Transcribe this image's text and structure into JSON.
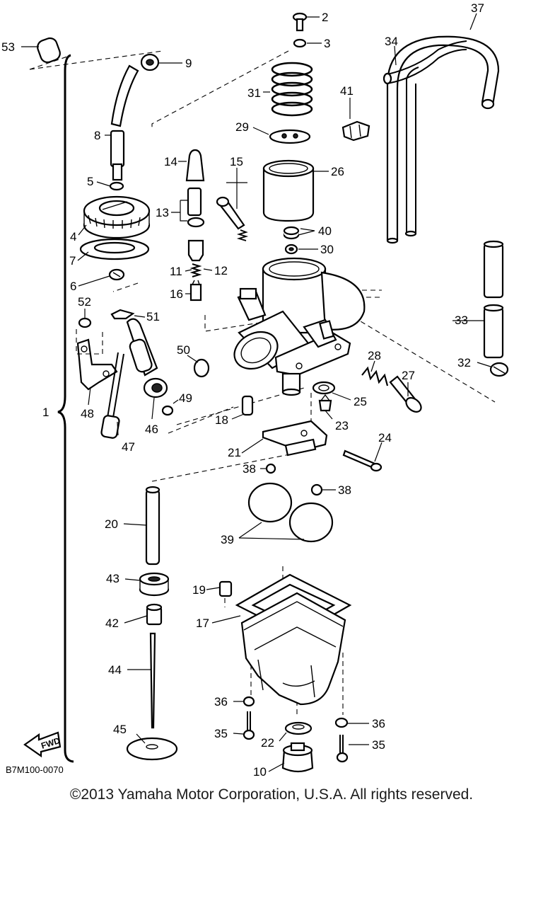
{
  "diagram": {
    "figure_code": "B7M100-0070",
    "fwd_label": "FWD",
    "callouts": [
      {
        "id": "c2",
        "label": "2"
      },
      {
        "id": "c3",
        "label": "3"
      },
      {
        "id": "c37",
        "label": "37"
      },
      {
        "id": "c53",
        "label": "53"
      },
      {
        "id": "c9",
        "label": "9"
      },
      {
        "id": "c34",
        "label": "34"
      },
      {
        "id": "c31",
        "label": "31"
      },
      {
        "id": "c41",
        "label": "41"
      },
      {
        "id": "c8",
        "label": "8"
      },
      {
        "id": "c29",
        "label": "29"
      },
      {
        "id": "c14",
        "label": "14"
      },
      {
        "id": "c15",
        "label": "15"
      },
      {
        "id": "c26",
        "label": "26"
      },
      {
        "id": "c5",
        "label": "5"
      },
      {
        "id": "c13",
        "label": "13"
      },
      {
        "id": "c4",
        "label": "4"
      },
      {
        "id": "c40",
        "label": "40"
      },
      {
        "id": "c7",
        "label": "7"
      },
      {
        "id": "c30",
        "label": "30"
      },
      {
        "id": "c11",
        "label": "11"
      },
      {
        "id": "c12",
        "label": "12"
      },
      {
        "id": "c6",
        "label": "6"
      },
      {
        "id": "c16",
        "label": "16"
      },
      {
        "id": "c52",
        "label": "52"
      },
      {
        "id": "c51",
        "label": "51"
      },
      {
        "id": "c33",
        "label": "33"
      },
      {
        "id": "c28",
        "label": "28"
      },
      {
        "id": "c50",
        "label": "50"
      },
      {
        "id": "c32",
        "label": "32"
      },
      {
        "id": "c27",
        "label": "27"
      },
      {
        "id": "c48",
        "label": "48"
      },
      {
        "id": "c1",
        "label": "1"
      },
      {
        "id": "c25",
        "label": "25"
      },
      {
        "id": "c49",
        "label": "49"
      },
      {
        "id": "c46",
        "label": "46"
      },
      {
        "id": "c18",
        "label": "18"
      },
      {
        "id": "c23",
        "label": "23"
      },
      {
        "id": "c47",
        "label": "47"
      },
      {
        "id": "c24",
        "label": "24"
      },
      {
        "id": "c21",
        "label": "21"
      },
      {
        "id": "c38a",
        "label": "38"
      },
      {
        "id": "c38b",
        "label": "38"
      },
      {
        "id": "c20",
        "label": "20"
      },
      {
        "id": "c39",
        "label": "39"
      },
      {
        "id": "c43",
        "label": "43"
      },
      {
        "id": "c19",
        "label": "19"
      },
      {
        "id": "c42",
        "label": "42"
      },
      {
        "id": "c17",
        "label": "17"
      },
      {
        "id": "c44",
        "label": "44"
      },
      {
        "id": "c36a",
        "label": "36"
      },
      {
        "id": "c36b",
        "label": "36"
      },
      {
        "id": "c45",
        "label": "45"
      },
      {
        "id": "c35a",
        "label": "35"
      },
      {
        "id": "c22",
        "label": "22"
      },
      {
        "id": "c35b",
        "label": "35"
      },
      {
        "id": "c10",
        "label": "10"
      }
    ]
  },
  "footer": {
    "copyright": "©2013 Yamaha Motor Corporation, U.S.A. All rights reserved."
  }
}
